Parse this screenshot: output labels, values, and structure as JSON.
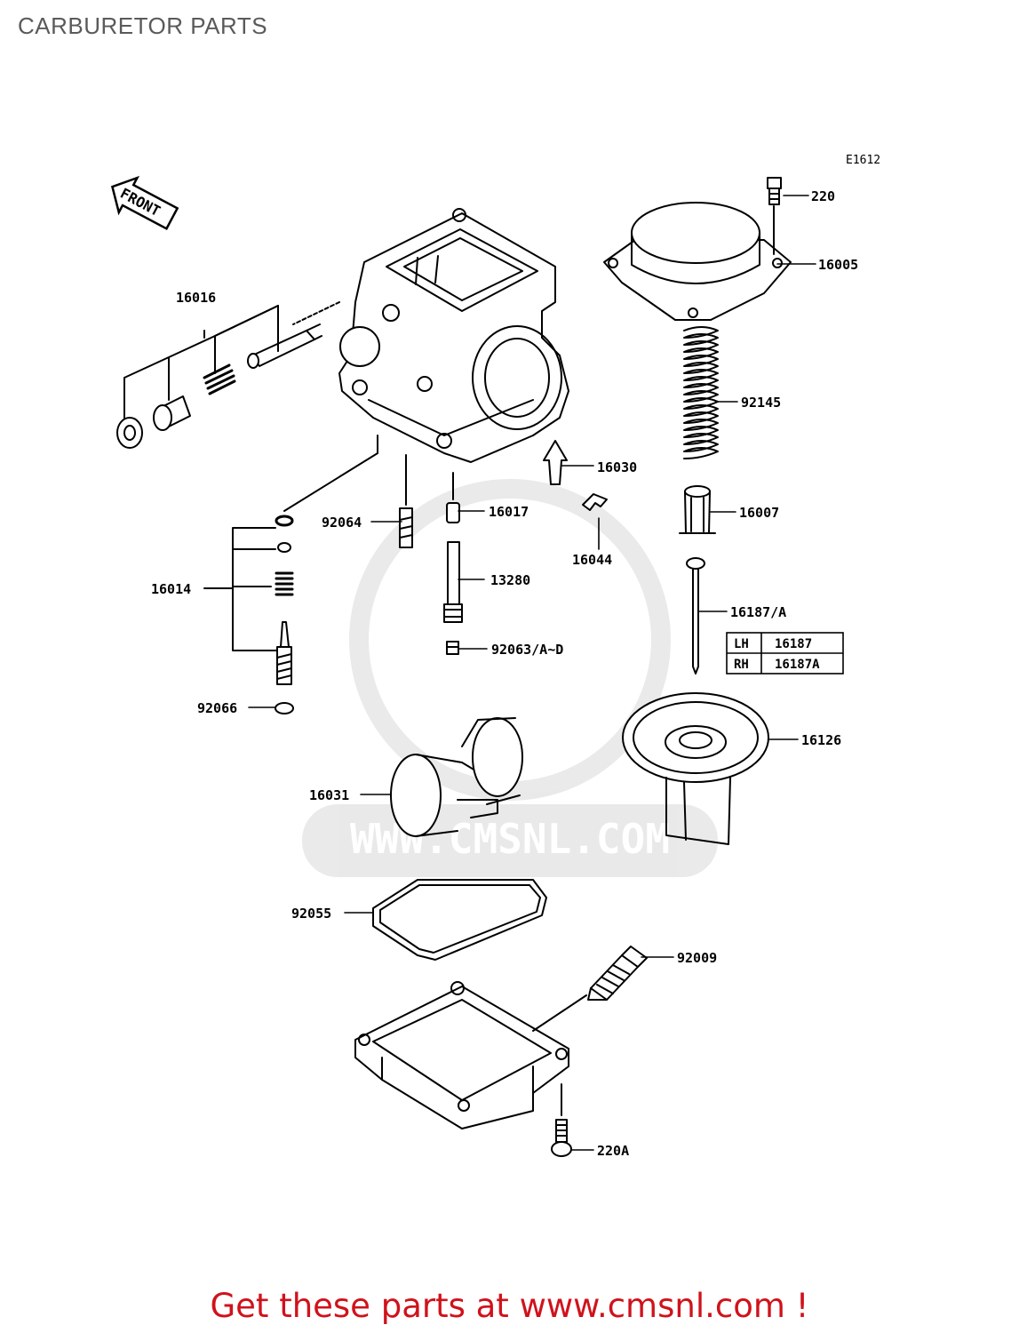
{
  "page": {
    "title": "CARBURETOR PARTS",
    "footer": "Get these parts at www.cmsnl.com !"
  },
  "diagram": {
    "code": "E1612",
    "front_label": "FRONT",
    "watermark": "WWW.CMSNL.COM",
    "callouts": [
      {
        "id": "p220",
        "label": "220"
      },
      {
        "id": "p16005",
        "label": "16005"
      },
      {
        "id": "p16016",
        "label": "16016"
      },
      {
        "id": "p92145",
        "label": "92145"
      },
      {
        "id": "p16030",
        "label": "16030"
      },
      {
        "id": "p16017",
        "label": "16017"
      },
      {
        "id": "p92064",
        "label": "92064"
      },
      {
        "id": "p16007",
        "label": "16007"
      },
      {
        "id": "p16044",
        "label": "16044"
      },
      {
        "id": "p16014",
        "label": "16014"
      },
      {
        "id": "p13280",
        "label": "13280"
      },
      {
        "id": "p16187A",
        "label": "16187/A"
      },
      {
        "id": "p92063",
        "label": "92063/A~D"
      },
      {
        "id": "p92066",
        "label": "92066"
      },
      {
        "id": "p16126",
        "label": "16126"
      },
      {
        "id": "p16031",
        "label": "16031"
      },
      {
        "id": "p92055",
        "label": "92055"
      },
      {
        "id": "p92009",
        "label": "92009"
      },
      {
        "id": "p220A",
        "label": "220A"
      }
    ],
    "variant_table": [
      {
        "side": "LH",
        "part": "16187"
      },
      {
        "side": "RH",
        "part": "16187A"
      }
    ]
  }
}
